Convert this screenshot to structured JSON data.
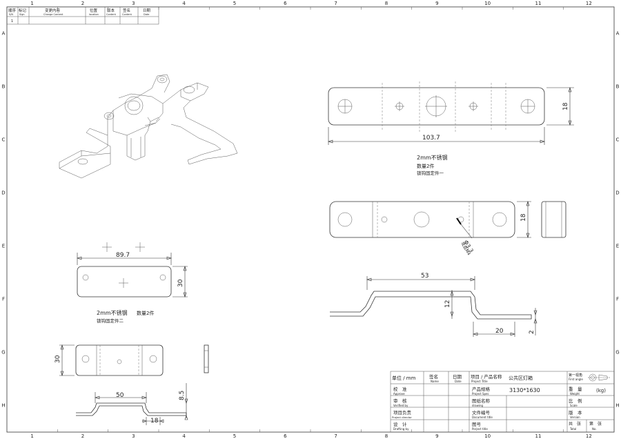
{
  "border": {
    "columns": [
      "1",
      "2",
      "3",
      "4",
      "5",
      "6",
      "7",
      "8",
      "9",
      "10",
      "11",
      "12"
    ],
    "rows": [
      "A",
      "B",
      "C",
      "D",
      "E",
      "F",
      "G",
      "H"
    ]
  },
  "revision_table": {
    "headers": [
      {
        "cn": "顺序",
        "en": "S/N"
      },
      {
        "cn": "标记",
        "en": "Sign"
      },
      {
        "cn": "变更内容",
        "en": "Change Content"
      },
      {
        "cn": "位置",
        "en": "location"
      },
      {
        "cn": "版本",
        "en": "Content"
      },
      {
        "cn": "签名",
        "en": "Content"
      },
      {
        "cn": "日期",
        "en": "Date"
      }
    ],
    "rows": [
      [
        "1",
        "",
        "",
        "",
        "",
        "",
        ""
      ]
    ]
  },
  "views": {
    "top_plate": {
      "width_dim": "103.7",
      "height_dim": "18"
    },
    "note1": {
      "line1": "2mm不锈钢",
      "line2": "数量2件",
      "line3": "锁钩固定件一"
    },
    "mid_plate": {
      "height_dim": "18",
      "hole_dim": "Φ3.3",
      "hole_note": "攻丝M4"
    },
    "bent_part": {
      "width_dim": "53",
      "height_dim": "12",
      "flange_dim": "20",
      "thickness_dim": "2"
    },
    "plate_left": {
      "width_dim": "89.7",
      "height_dim": "30"
    },
    "note2": {
      "line1": "2mm不锈钢",
      "line1b": "数量2件",
      "line2": "锁钩固定件二"
    },
    "bottom_plate": {
      "height_dim": "30"
    },
    "bottom_bent": {
      "width_dim": "50",
      "height_dim": "8.5",
      "flange_dim": "18"
    }
  },
  "title_block": {
    "unit_label": "单位 / mm",
    "sign_label": "签名",
    "sign_en": "Name",
    "date_label": "日期",
    "date_en": "Date",
    "project_title_label": "项目 / 产品名称",
    "project_title_en": "Project Title",
    "project_title_value": "公共区灯箱",
    "approve_label": "校　准",
    "approve_en": "Approve",
    "spec_label": "产品规格",
    "spec_en": "Project Spec",
    "spec_value": "3130*1630",
    "weight_label": "重　量",
    "weight_en": "Weight",
    "weight_value": "(kg)",
    "verify_label": "审　核",
    "verify_en": "Verified by",
    "drawing_label": "图纸名称",
    "drawing_en": "drawing",
    "scale_label": "比　例",
    "scale_en": "Scale",
    "director_label": "项目负责",
    "director_en": "Project director",
    "doc_label": "文件编号",
    "doc_en": "Document title",
    "version_label": "版　本",
    "version_en": "Version",
    "design_label": "设　计",
    "design_en": "Drafting by",
    "proj_no_label": "图号",
    "proj_no_en": "Porject title",
    "total_label": "共　张",
    "total_en": "Total",
    "no_label": "第　张",
    "no_en": "No.",
    "angle_label": "第一视角",
    "angle_en": "First angle"
  }
}
